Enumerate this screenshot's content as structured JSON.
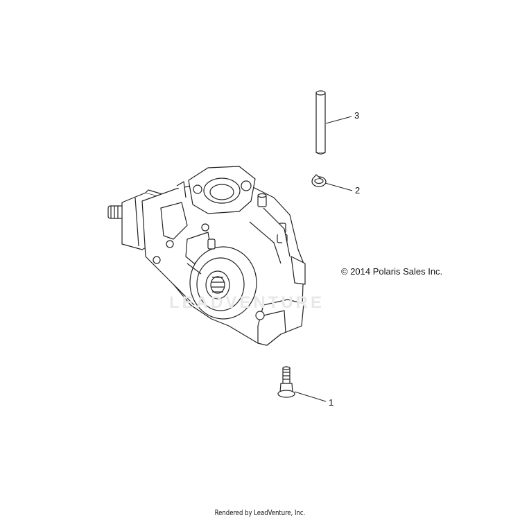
{
  "diagram": {
    "callouts": [
      {
        "id": "1",
        "label": "1"
      },
      {
        "id": "2",
        "label": "2"
      },
      {
        "id": "3",
        "label": "3"
      }
    ],
    "copyright": "© 2014 Polaris Sales Inc.",
    "watermark": "LEADVENTURE",
    "footer": "Rendered by LeadVenture, Inc."
  },
  "colors": {
    "line": "#222222",
    "watermark": "#e8e8e8"
  }
}
